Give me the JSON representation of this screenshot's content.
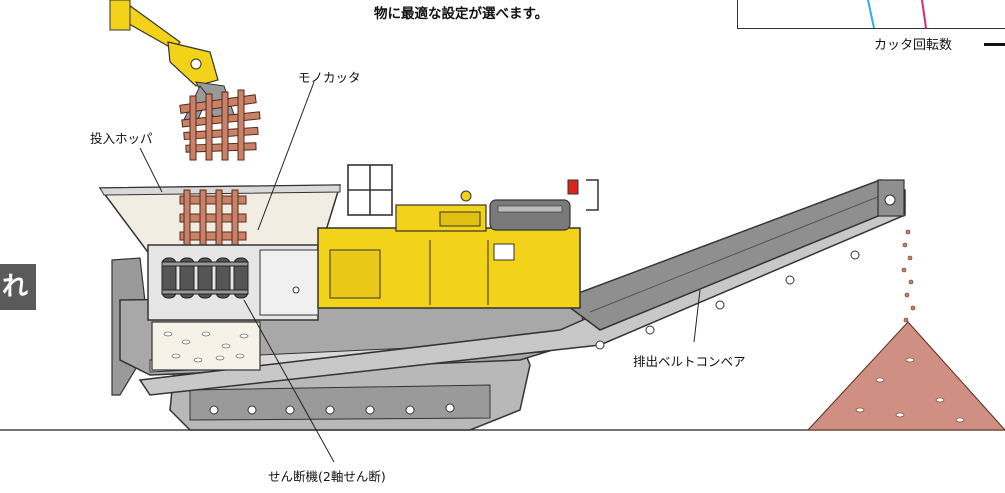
{
  "header": {
    "text": "物に最適な設定が選べます。"
  },
  "graph": {
    "axis_label": "カッタ回転数"
  },
  "side_badge": {
    "text": "れ"
  },
  "labels": {
    "mono_cutter": "モノカッタ",
    "hopper": "投入ホッパ",
    "conveyor": "排出ベルトコンベア",
    "shredder": "せん断機(2軸せん断)"
  },
  "colors": {
    "machine_yellow": "#f3d21a",
    "track_gray": "#b8b8b8",
    "dark_gray": "#6e6e6e",
    "pile": "#cf8f82",
    "badge": "#5a5a5a"
  }
}
